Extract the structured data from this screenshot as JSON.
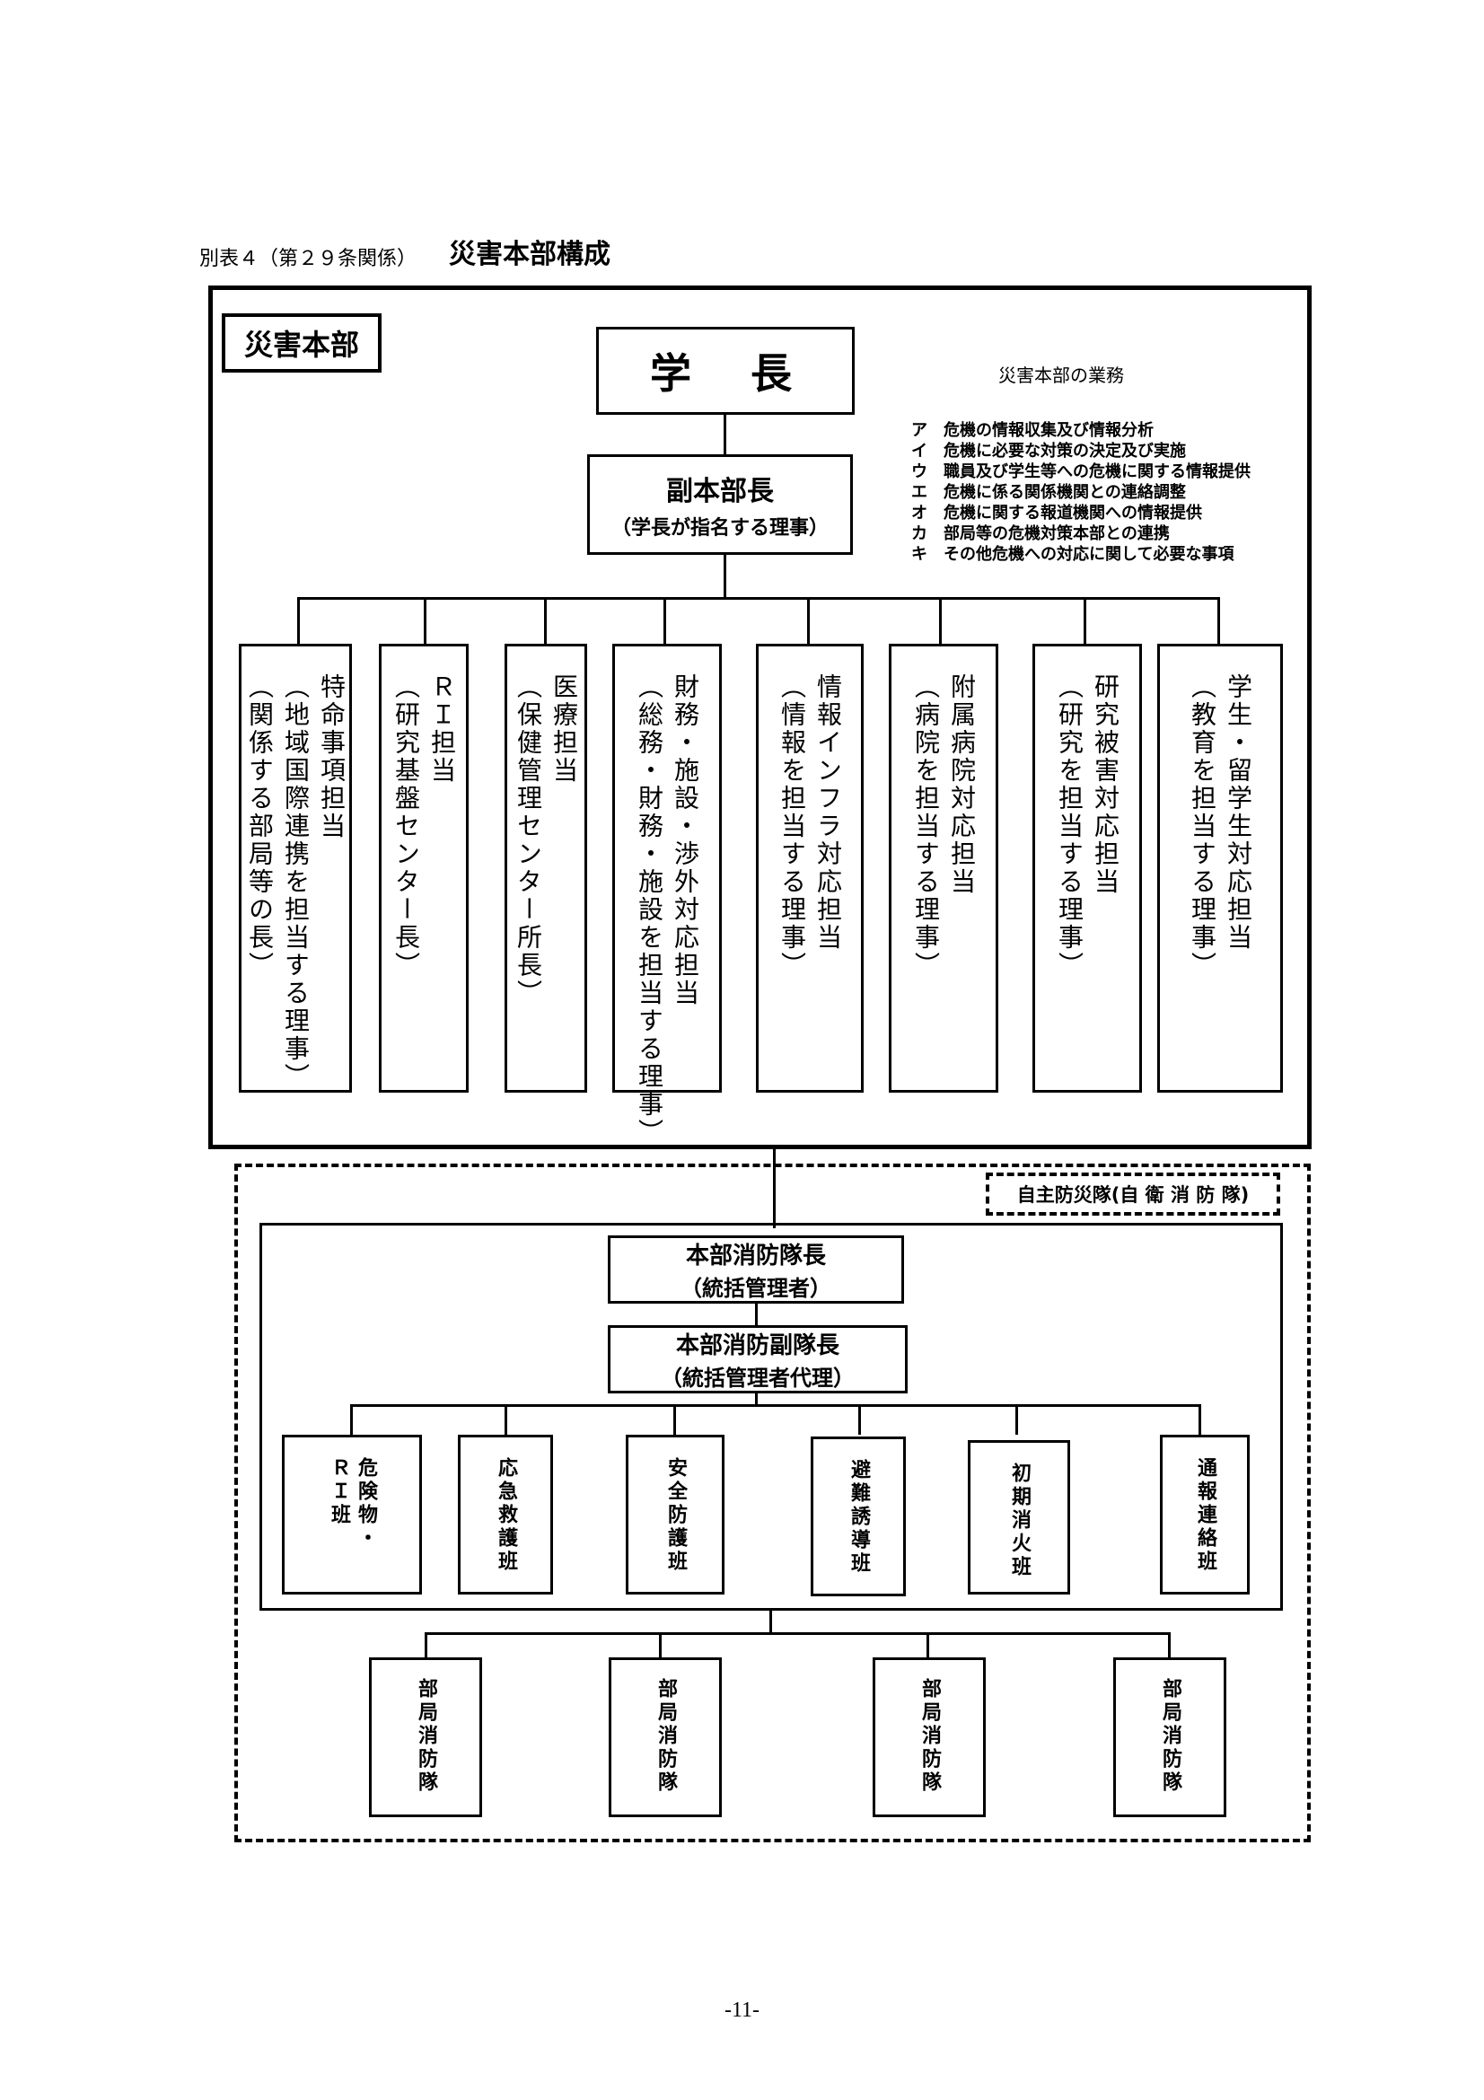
{
  "header": {
    "prefix": "別表４（第２９条関係）",
    "title": "災害本部構成"
  },
  "hq": {
    "label": "災害本部",
    "president": "学　長",
    "vice": {
      "title": "副本部長",
      "subtitle": "（学長が指名する理事）"
    },
    "duties": {
      "heading": "災害本部の業務",
      "items": [
        "ア　危機の情報収集及び情報分析",
        "イ　危機に必要な対策の決定及び実施",
        "ウ　職員及び学生等への危機に関する情報提供",
        "エ　危機に係る関係機関との連絡調整",
        "オ　危機に関する報道機関への情報提供",
        "カ　部局等の危機対策本部との連携",
        "キ　その他危機への対応に関して必要な事項"
      ]
    },
    "units": [
      {
        "main": "特命事項担当",
        "sub": "（地域国際連携を担当する理事）",
        "sub2": "（関係する部局等の長）"
      },
      {
        "main": "ＲＩ担当",
        "sub": "（研究基盤センター長）"
      },
      {
        "main": "医療担当",
        "sub": "（保健管理センター所長）"
      },
      {
        "main": "財務・施設・渉外対応担当",
        "sub": "（総務・財務・施設を担当する理事）"
      },
      {
        "main": "情報インフラ対応担当",
        "sub": "（情報を担当する理事）"
      },
      {
        "main": "附属病院対応担当",
        "sub": "（病院を担当する理事）"
      },
      {
        "main": "研究被害対応担当",
        "sub": "（研究を担当する理事）"
      },
      {
        "main": "学生・留学生対応担当",
        "sub": "（教育を担当する理事）"
      }
    ]
  },
  "fire": {
    "label": "自主防災隊(自 衛 消 防 隊)",
    "chief": {
      "title": "本部消防隊長",
      "subtitle": "（統括管理者）"
    },
    "vice_chief": {
      "title": "本部消防副隊長",
      "subtitle": "（統括管理者代理）"
    },
    "teams": [
      {
        "line1": "危険物・",
        "line2": "ＲＩ班"
      },
      {
        "line1": "応急救護班"
      },
      {
        "line1": "安全防護班"
      },
      {
        "line1": "避難誘導班"
      },
      {
        "line1": "初期消火班"
      },
      {
        "line1": "通報連絡班"
      }
    ],
    "dept_units": [
      "部局消防隊",
      "部局消防隊",
      "部局消防隊",
      "部局消防隊"
    ]
  },
  "footer": {
    "page": "-11-"
  }
}
